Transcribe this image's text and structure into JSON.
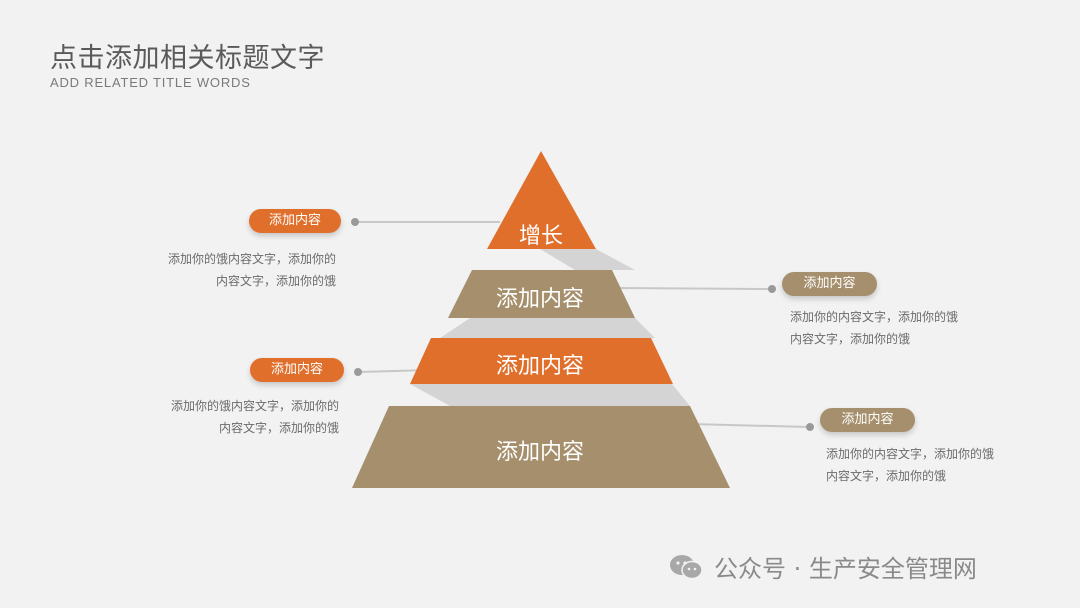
{
  "header": {
    "title": "点击添加相关标题文字",
    "subtitle": "ADD RELATED TITLE WORDS"
  },
  "pyramid": {
    "tiers": [
      {
        "label": "增长",
        "color": "#e16f2c"
      },
      {
        "label": "添加内容",
        "color": "#a58f6c"
      },
      {
        "label": "添加内容",
        "color": "#e16f2c"
      },
      {
        "label": "添加内容",
        "color": "#a58f6c"
      }
    ]
  },
  "callouts": [
    {
      "pill": "添加内容",
      "line1": "添加你的饿内容文字，添加你的",
      "line2": "内容文字，添加你的饿"
    },
    {
      "pill": "添加内容",
      "line1": "添加你的内容文字，添加你的饿",
      "line2": "内容文字，添加你的饿"
    },
    {
      "pill": "添加内容",
      "line1": "添加你的饿内容文字，添加你的",
      "line2": "内容文字，添加你的饿"
    },
    {
      "pill": "添加内容",
      "line1": "添加你的内容文字，添加你的饿",
      "line2": "内容文字，添加你的饿"
    }
  ],
  "footer": {
    "text": "公众号 · 生产安全管理网",
    "icon": "wechat-icon"
  }
}
